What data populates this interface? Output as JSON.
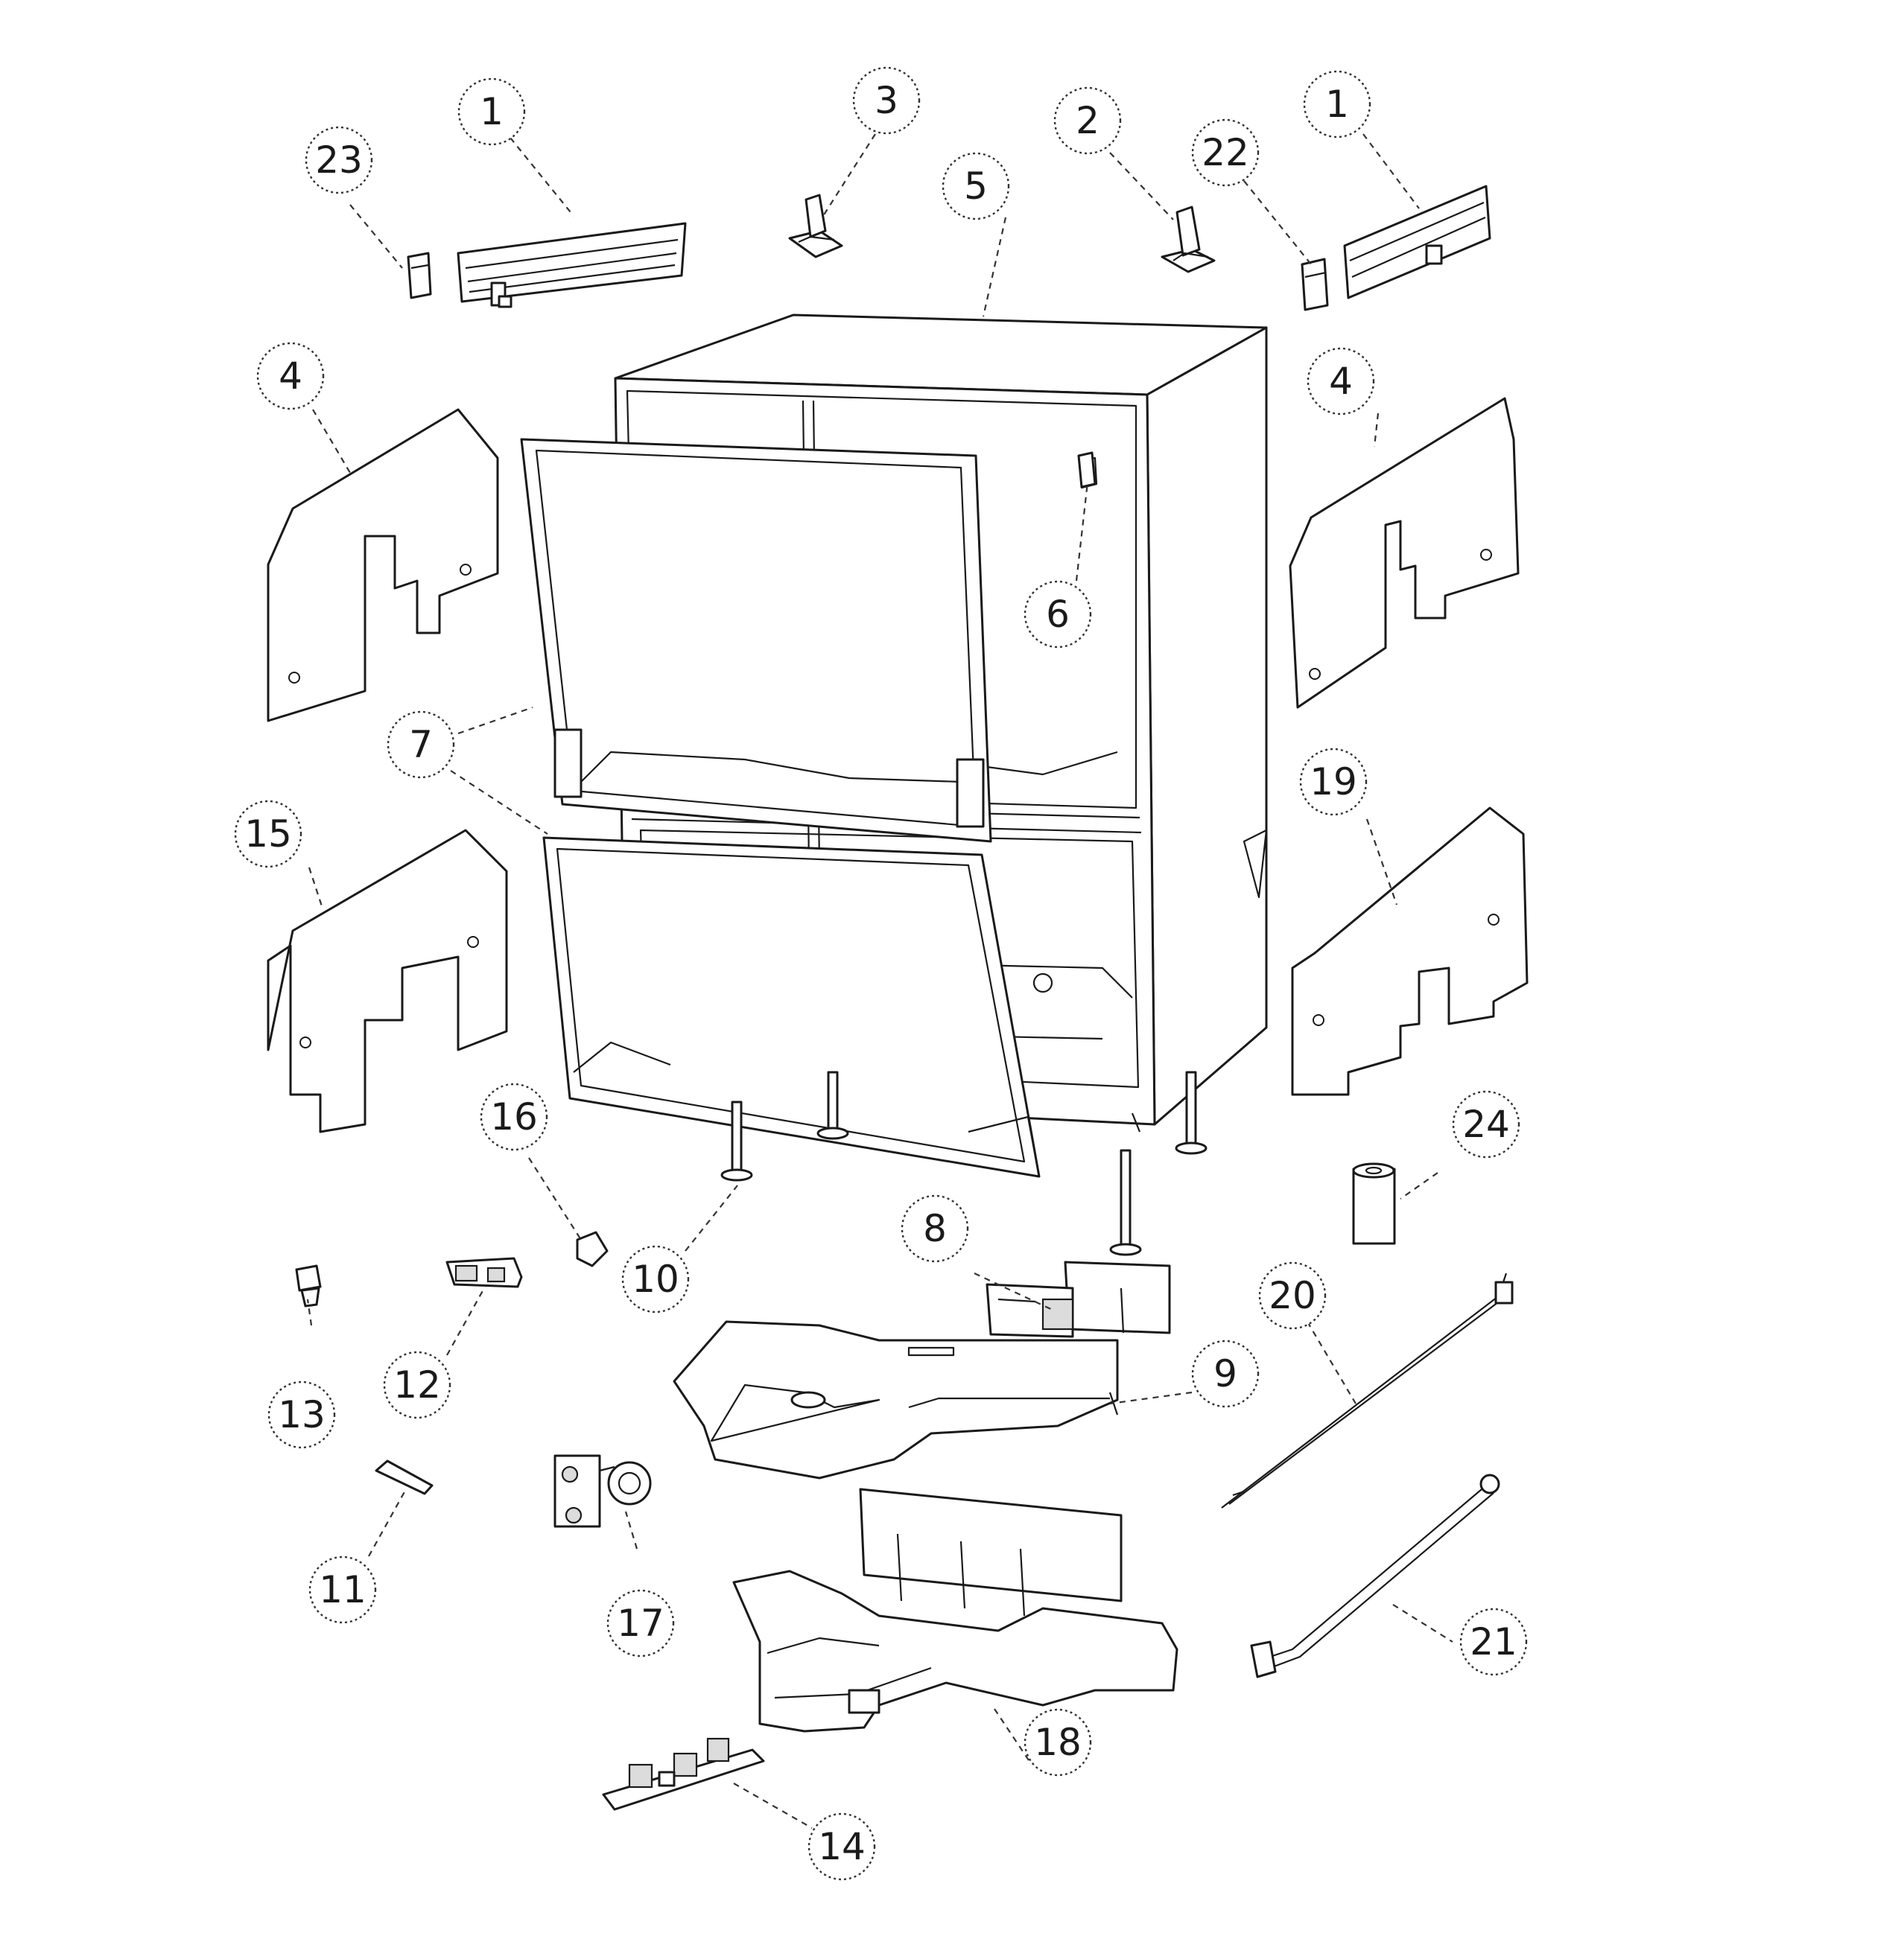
{
  "diagram": {
    "type": "exploded-parts-diagram",
    "colors": {
      "line": "#1a1a1a",
      "background": "#ffffff",
      "callout": "#333333"
    },
    "callouts": [
      {
        "id": "c1a",
        "label": "1"
      },
      {
        "id": "c1b",
        "label": "1"
      },
      {
        "id": "c2",
        "label": "2"
      },
      {
        "id": "c3",
        "label": "3"
      },
      {
        "id": "c4a",
        "label": "4"
      },
      {
        "id": "c4b",
        "label": "4"
      },
      {
        "id": "c5",
        "label": "5"
      },
      {
        "id": "c6",
        "label": "6"
      },
      {
        "id": "c7",
        "label": "7"
      },
      {
        "id": "c8",
        "label": "8"
      },
      {
        "id": "c9",
        "label": "9"
      },
      {
        "id": "c10",
        "label": "10"
      },
      {
        "id": "c11",
        "label": "11"
      },
      {
        "id": "c12",
        "label": "12"
      },
      {
        "id": "c13",
        "label": "13"
      },
      {
        "id": "c14",
        "label": "14"
      },
      {
        "id": "c15",
        "label": "15"
      },
      {
        "id": "c16",
        "label": "16"
      },
      {
        "id": "c17",
        "label": "17"
      },
      {
        "id": "c18",
        "label": "18"
      },
      {
        "id": "c19",
        "label": "19"
      },
      {
        "id": "c20",
        "label": "20"
      },
      {
        "id": "c21",
        "label": "21"
      },
      {
        "id": "c22",
        "label": "22"
      },
      {
        "id": "c23",
        "label": "23"
      },
      {
        "id": "c24",
        "label": "24"
      }
    ]
  }
}
